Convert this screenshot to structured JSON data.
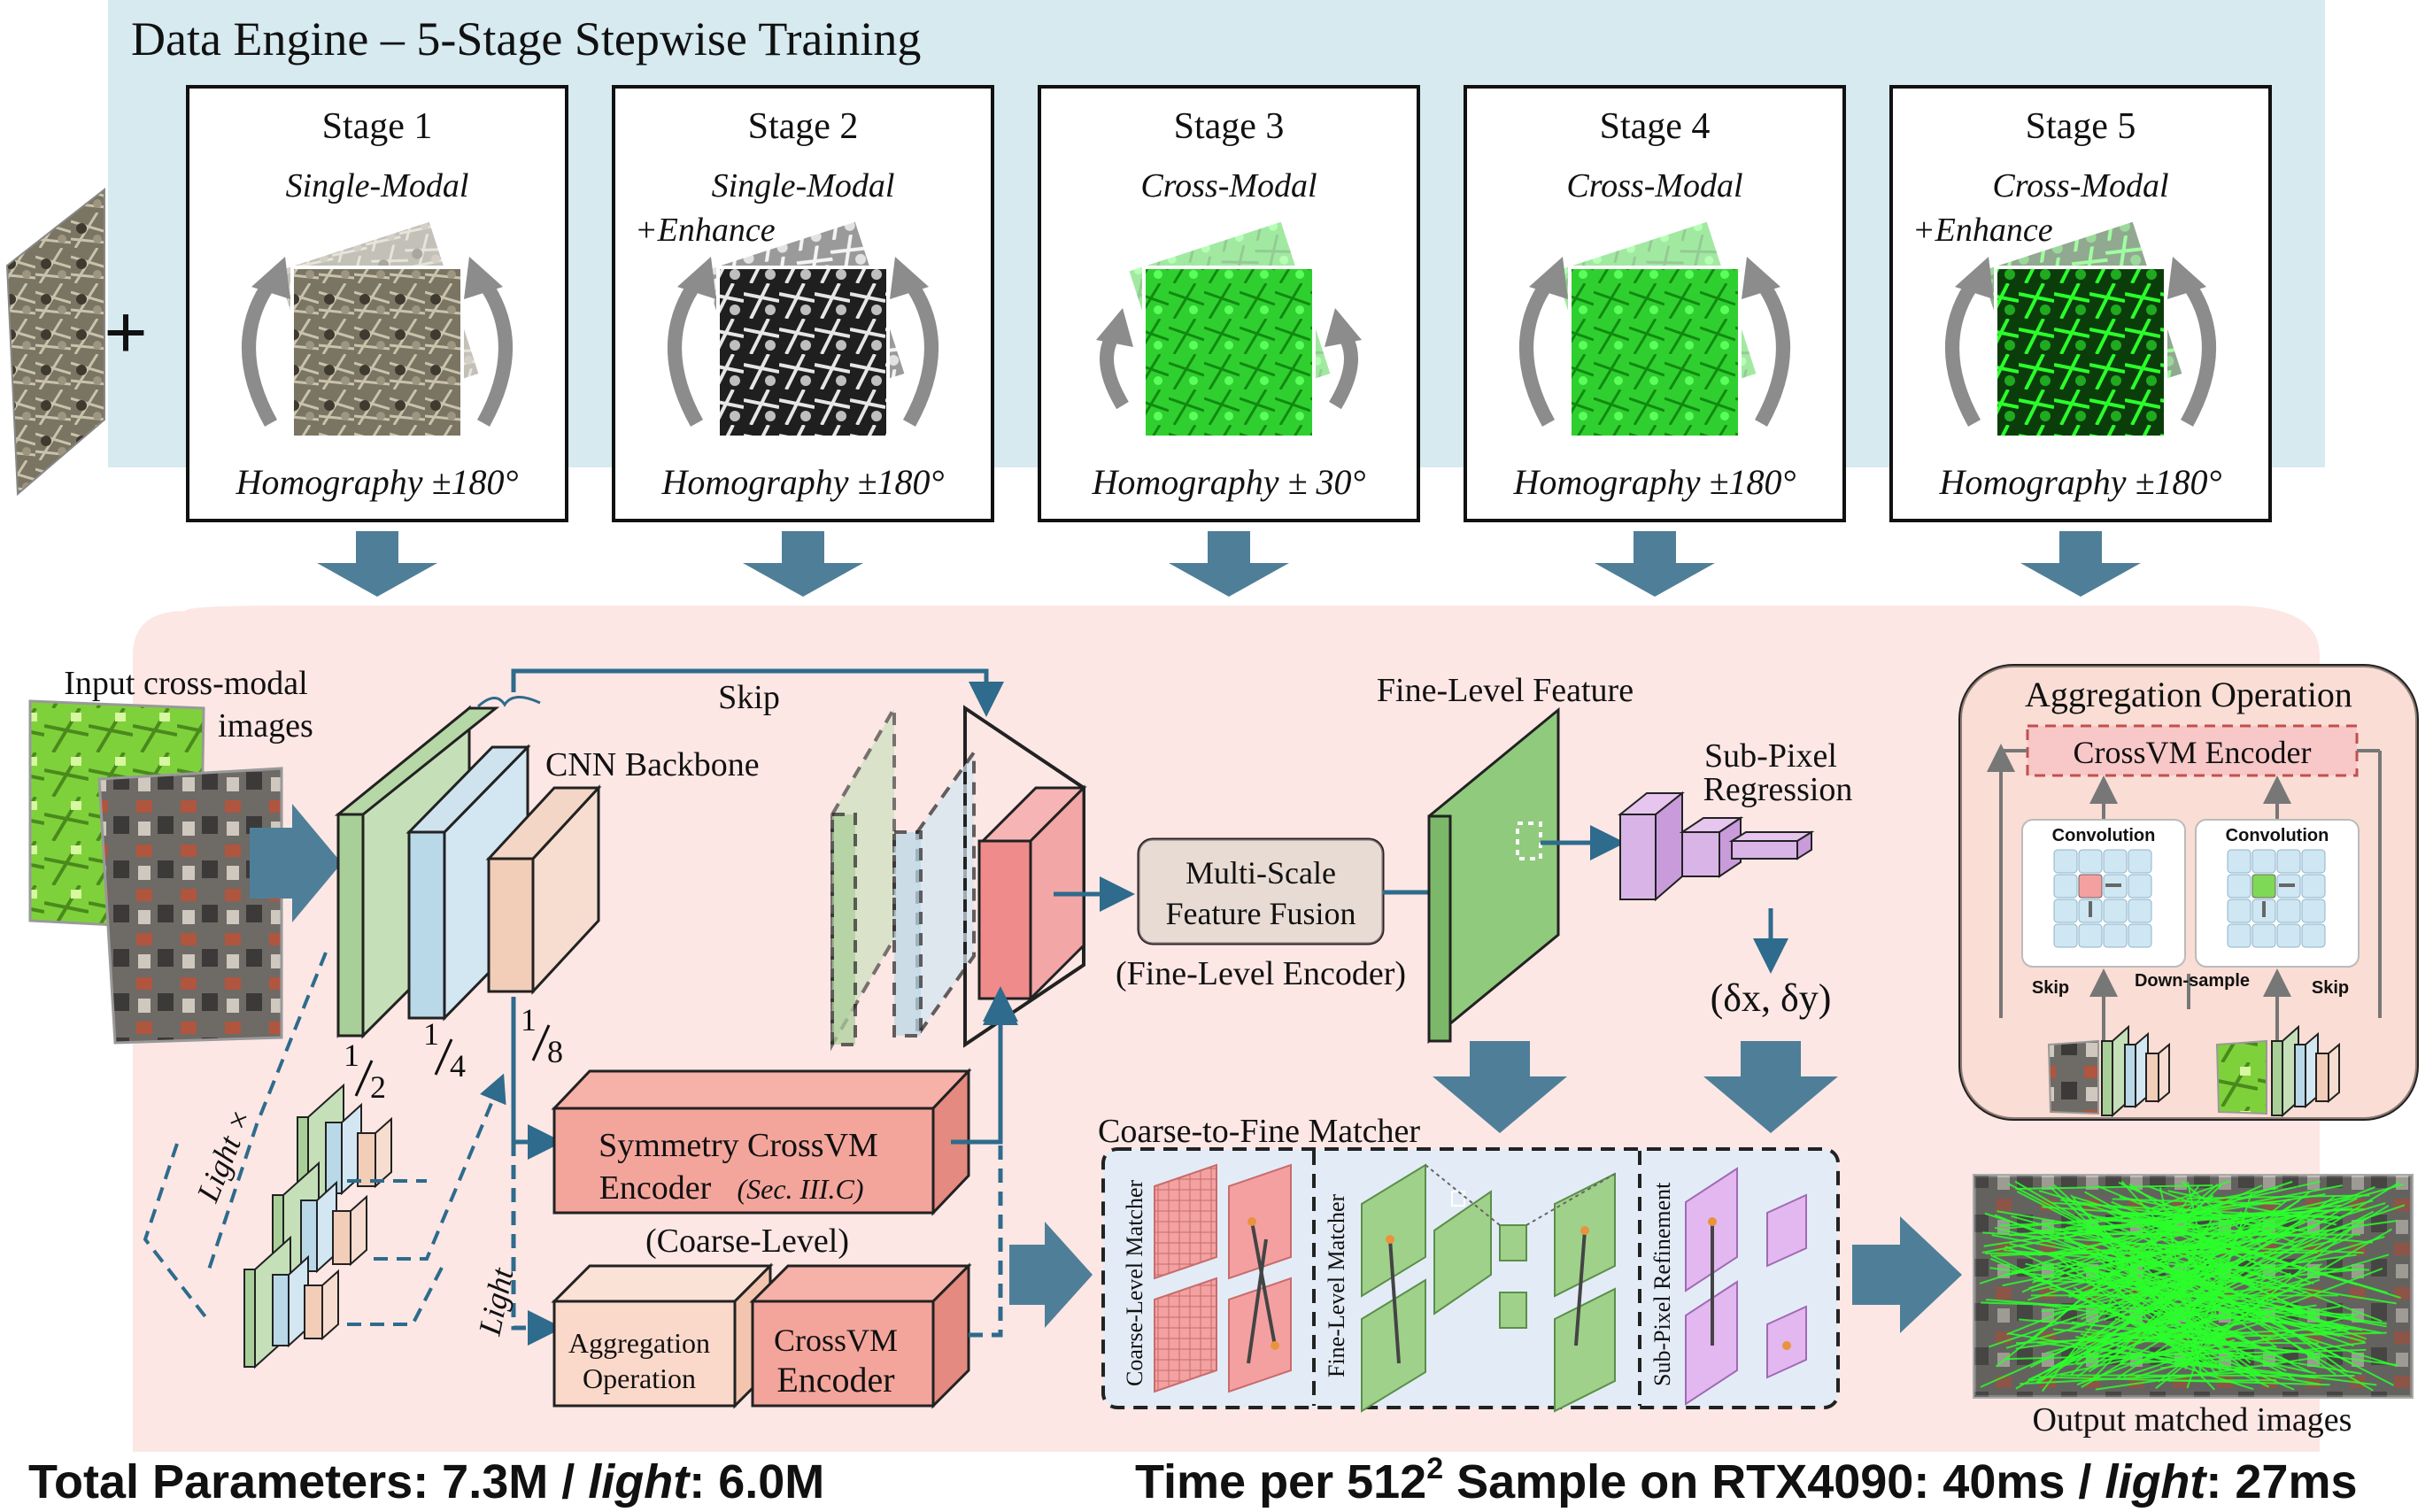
{
  "data_engine": {
    "title": "Data Engine  –  5-Stage Stepwise Training",
    "plus": "+",
    "stages": [
      {
        "name": "Stage 1",
        "mode": "Single-Modal",
        "enhance": "",
        "homography": "Homography ±180°",
        "tint": "gray"
      },
      {
        "name": "Stage 2",
        "mode": "Single-Modal",
        "enhance": "+Enhance",
        "homography": "Homography ±180°",
        "tint": "dark"
      },
      {
        "name": "Stage 3",
        "mode": "Cross-Modal",
        "enhance": "",
        "homography": "Homography ± 30°",
        "tint": "green"
      },
      {
        "name": "Stage 4",
        "mode": "Cross-Modal",
        "enhance": "",
        "homography": "Homography ±180°",
        "tint": "green"
      },
      {
        "name": "Stage 5",
        "mode": "Cross-Modal",
        "enhance": "+Enhance",
        "homography": "Homography ±180°",
        "tint": "darkgreen"
      }
    ]
  },
  "network": {
    "input_label_1": "Input cross-modal",
    "input_label_2": "images",
    "skip": "Skip",
    "cnn_backbone": "CNN Backbone",
    "scales": [
      {
        "num": "1",
        "den": "2"
      },
      {
        "num": "1",
        "den": "4"
      },
      {
        "num": "1",
        "den": "8"
      }
    ],
    "light_x": "Light ×",
    "light": "Light",
    "fine_level_feature": "Fine-Level Feature",
    "multi_scale_1": "Multi-Scale",
    "multi_scale_2": "Feature Fusion",
    "fine_level_encoder": "(Fine-Level Encoder)",
    "sub_pixel_1": "Sub-Pixel",
    "sub_pixel_2": "Regression",
    "offset": "(δx, δy)",
    "symmetry_1": "Symmetry CrossVM",
    "symmetry_2": "Encoder",
    "symmetry_ref": "(Sec. III.C)",
    "coarse_level": "(Coarse-Level)",
    "aggregation_1": "Aggregation",
    "aggregation_2": "Operation",
    "crossvm_1": "CrossVM",
    "crossvm_2": "Encoder",
    "matcher_title": "Coarse-to-Fine Matcher",
    "coarse_matcher": "Coarse-Level Matcher",
    "fine_matcher": "Fine-Level Matcher",
    "subpixel_refinement": "Sub-Pixel Refinement",
    "output_label": "Output matched images"
  },
  "aggregation_panel": {
    "title": "Aggregation Operation",
    "encoder": "CrossVM Encoder",
    "conv_1": "Convolution",
    "conv_2": "Convolution",
    "skip_left": "Skip",
    "downsample": "Down-sample",
    "skip_right": "Skip"
  },
  "footer": {
    "params_prefix": "Total Parameters:  7.3M  /  ",
    "params_light": "light",
    "params_suffix": ":  6.0M",
    "time_prefix": "Time per 512",
    "time_sup": "2",
    "time_mid": " Sample on RTX4090:  40ms  /  ",
    "time_light": "light",
    "time_suffix": ":  27ms"
  },
  "colors": {
    "engine_bg": "#d6eaf0",
    "network_bg": "#fbe3e0",
    "arrow_blue": "#4f7f98",
    "line_blue": "#2e6b8c",
    "green_layer": "#a9cf98",
    "blue_layer": "#b9d8e8",
    "peach_layer": "#f2cdb8",
    "red_layer": "#ef8b8b",
    "match_green": "#2bff2b"
  }
}
